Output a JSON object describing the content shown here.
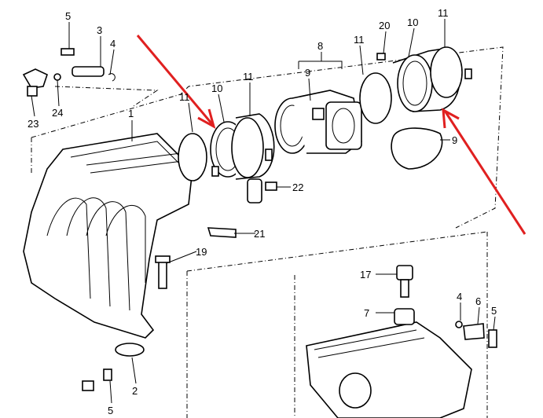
{
  "diagram": {
    "title": "Intake manifold and throttle body exploded parts view",
    "labels": [
      "5",
      "3",
      "4",
      "23",
      "24",
      "1",
      "11",
      "10",
      "11",
      "8",
      "9",
      "11",
      "20",
      "10",
      "11",
      "9",
      "22",
      "21",
      "19",
      "17",
      "7",
      "4",
      "6",
      "5",
      "2",
      "5"
    ],
    "arrow_color": "#e02020"
  }
}
